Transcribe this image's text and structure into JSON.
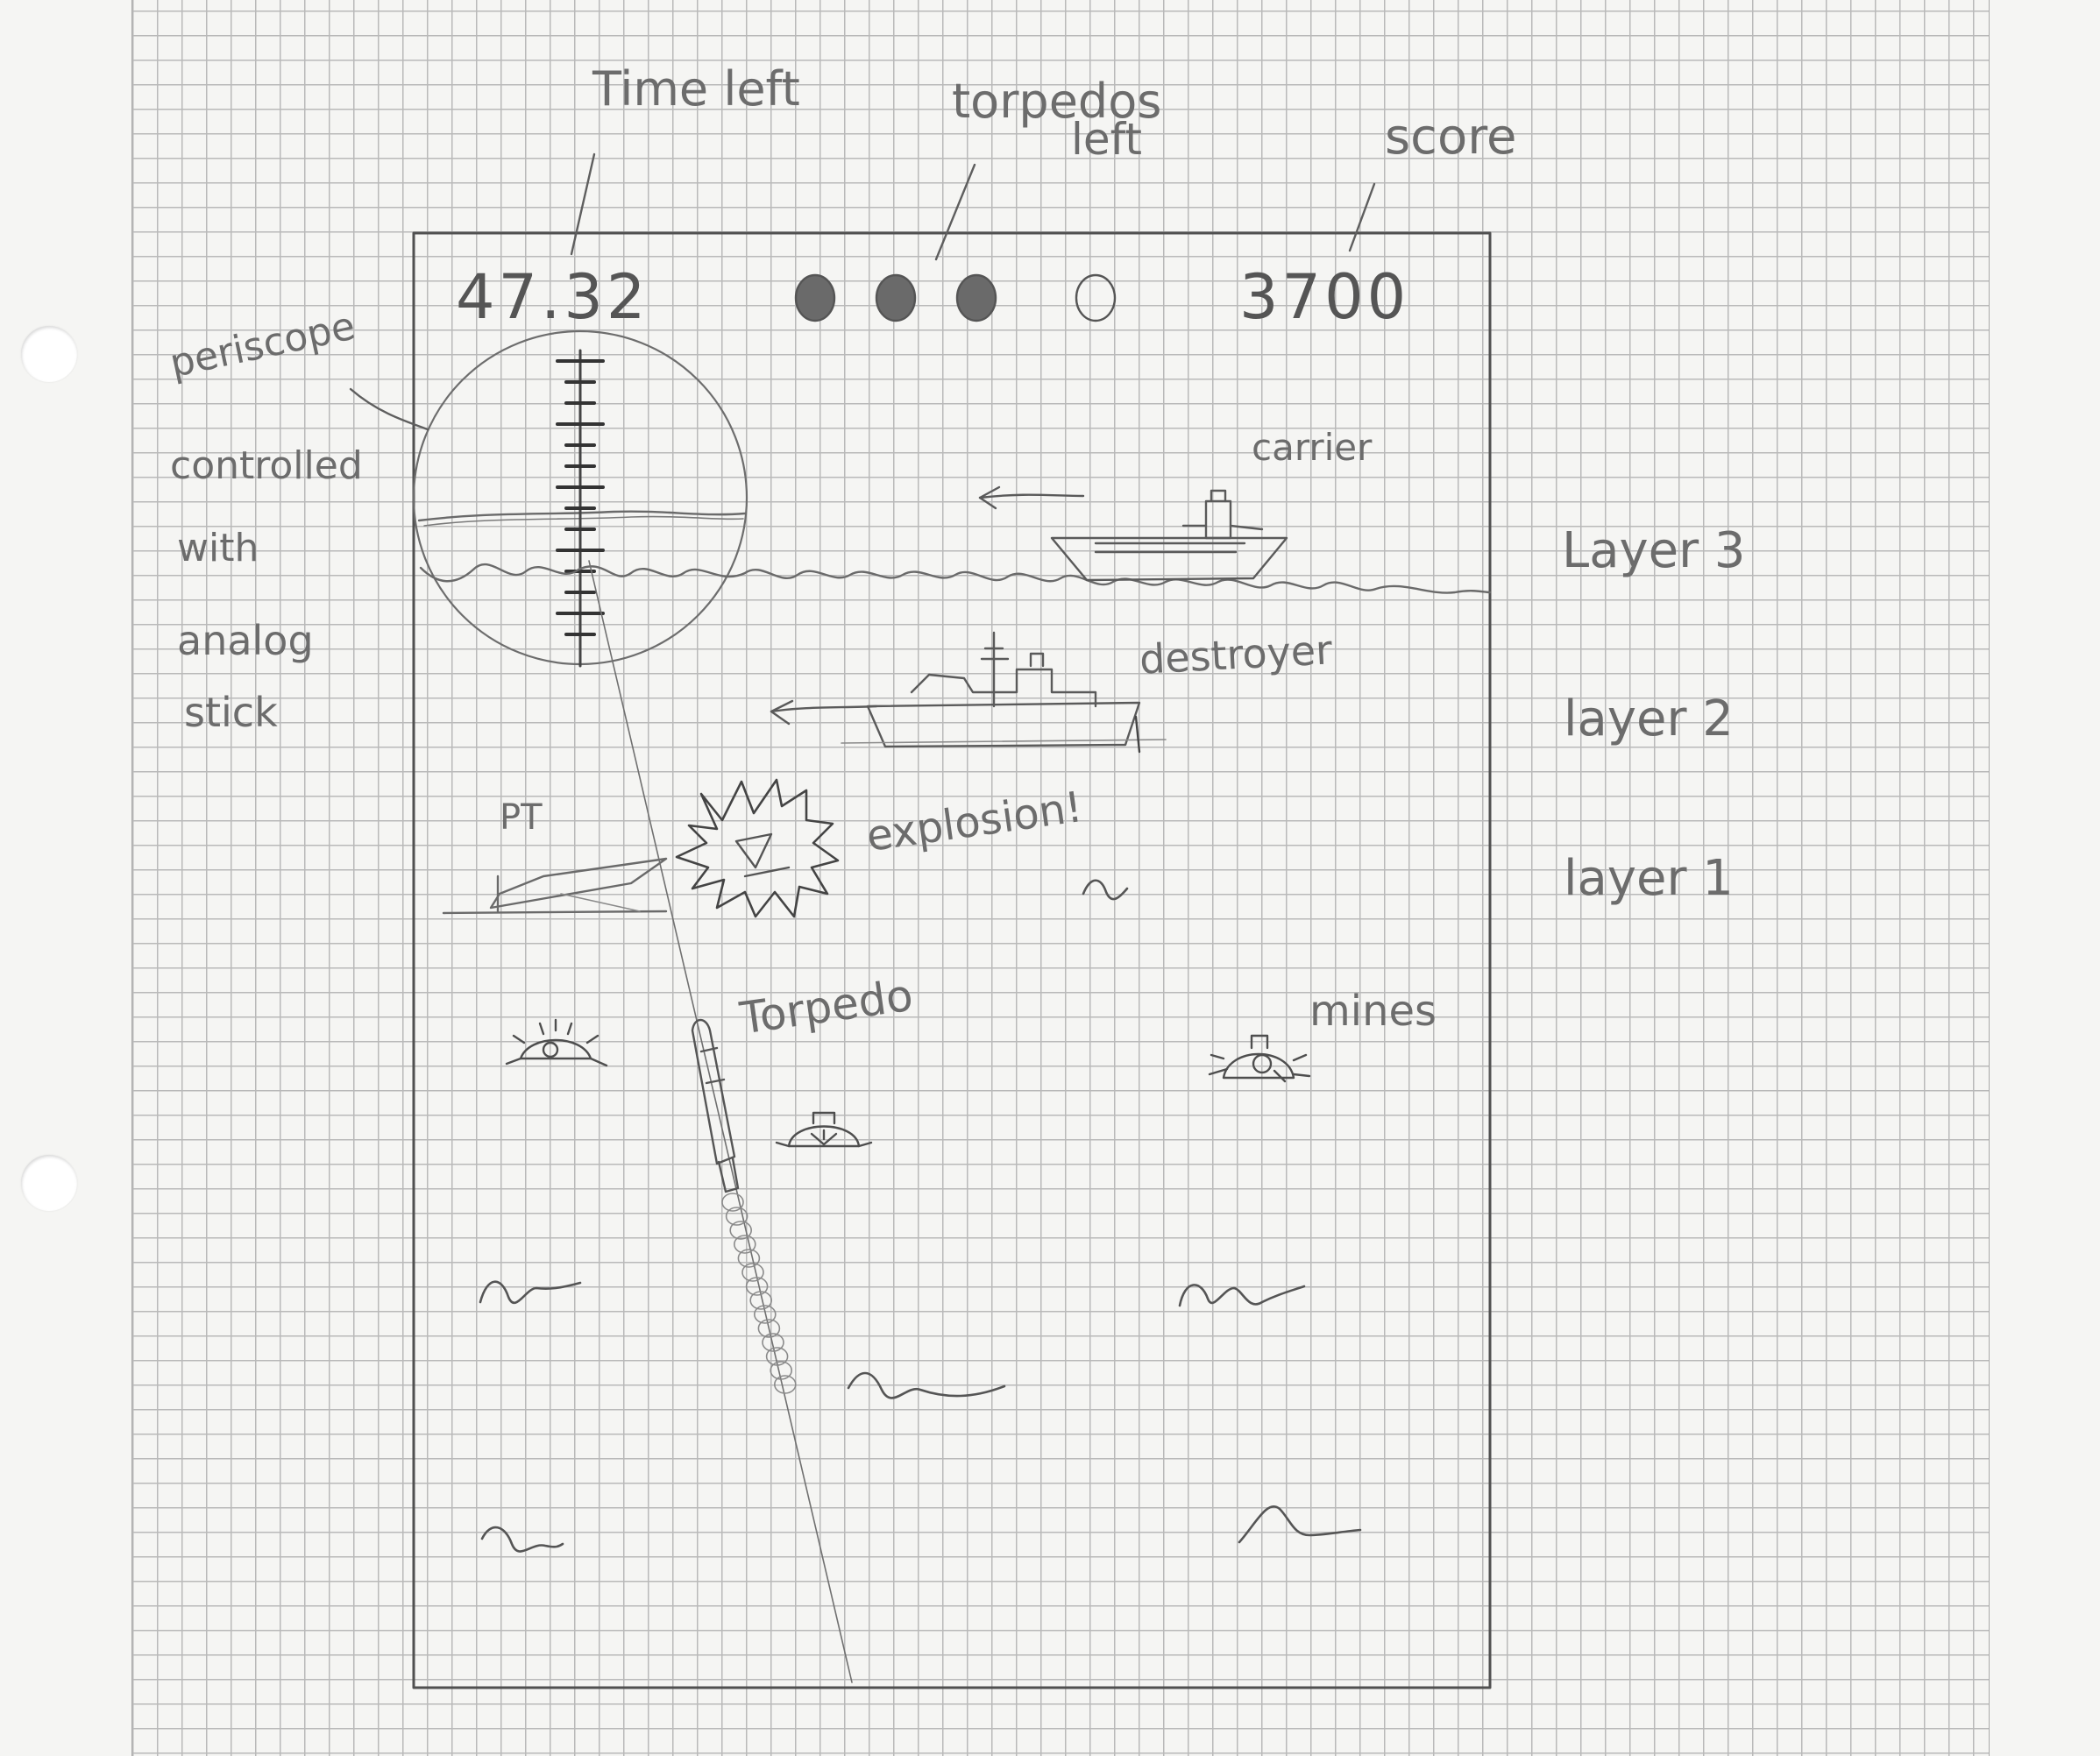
{
  "hud": {
    "time_left": "47.32",
    "score": "3700",
    "torpedoes": {
      "filled": 3,
      "total": 4
    }
  },
  "labels": {
    "time_left": "Time left",
    "torpedoes_left_1": "torpedos",
    "torpedoes_left_2": "left",
    "score": "score",
    "periscope_lines": [
      "periscope",
      "controlled",
      "with",
      "analog",
      "stick"
    ],
    "carrier": "carrier",
    "destroyer": "destroyer",
    "pt": "PT",
    "explosion": "explosion!",
    "torpedo": "Torpedo",
    "mines": "mines",
    "layer3": "Layer 3",
    "layer2": "layer 2",
    "layer1": "layer 1"
  },
  "colors": {
    "pencil": "#6a6a6a",
    "pencil_dark": "#444444",
    "grid": "#b9b9b9"
  },
  "icons": [
    "crosshair-icon",
    "mine-icon",
    "explosion-icon",
    "torpedo-icon",
    "ship-icon",
    "wave-icon"
  ]
}
